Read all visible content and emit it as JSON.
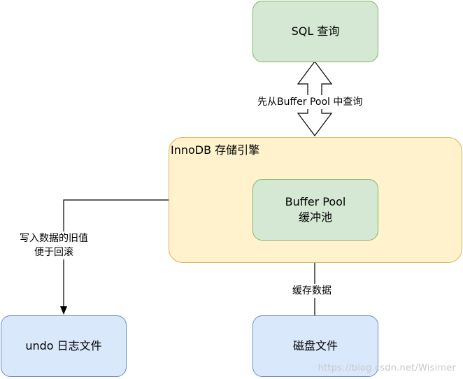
{
  "nodes": {
    "sql_query": "SQL 查询",
    "engine_title": "InnoDB 存储引擎",
    "buffer_pool_line1": "Buffer Pool",
    "buffer_pool_line2": "缓冲池",
    "undo_file": "undo 日志文件",
    "disk_file": "磁盘文件"
  },
  "edges": {
    "query_label": "先从Buffer Pool 中查询",
    "undo_label_line1": "写入数据的旧值",
    "undo_label_line2": "便于回滚",
    "disk_label": "缓存数据"
  },
  "watermark": "https://blog.csdn.net/Wisimer",
  "colors": {
    "green_fill": "#d5e8d4",
    "green_stroke": "#82b366",
    "blue_fill": "#dae8fc",
    "blue_stroke": "#6c8ebf",
    "yellow_fill": "#fff2cc",
    "yellow_stroke": "#d6b656"
  }
}
